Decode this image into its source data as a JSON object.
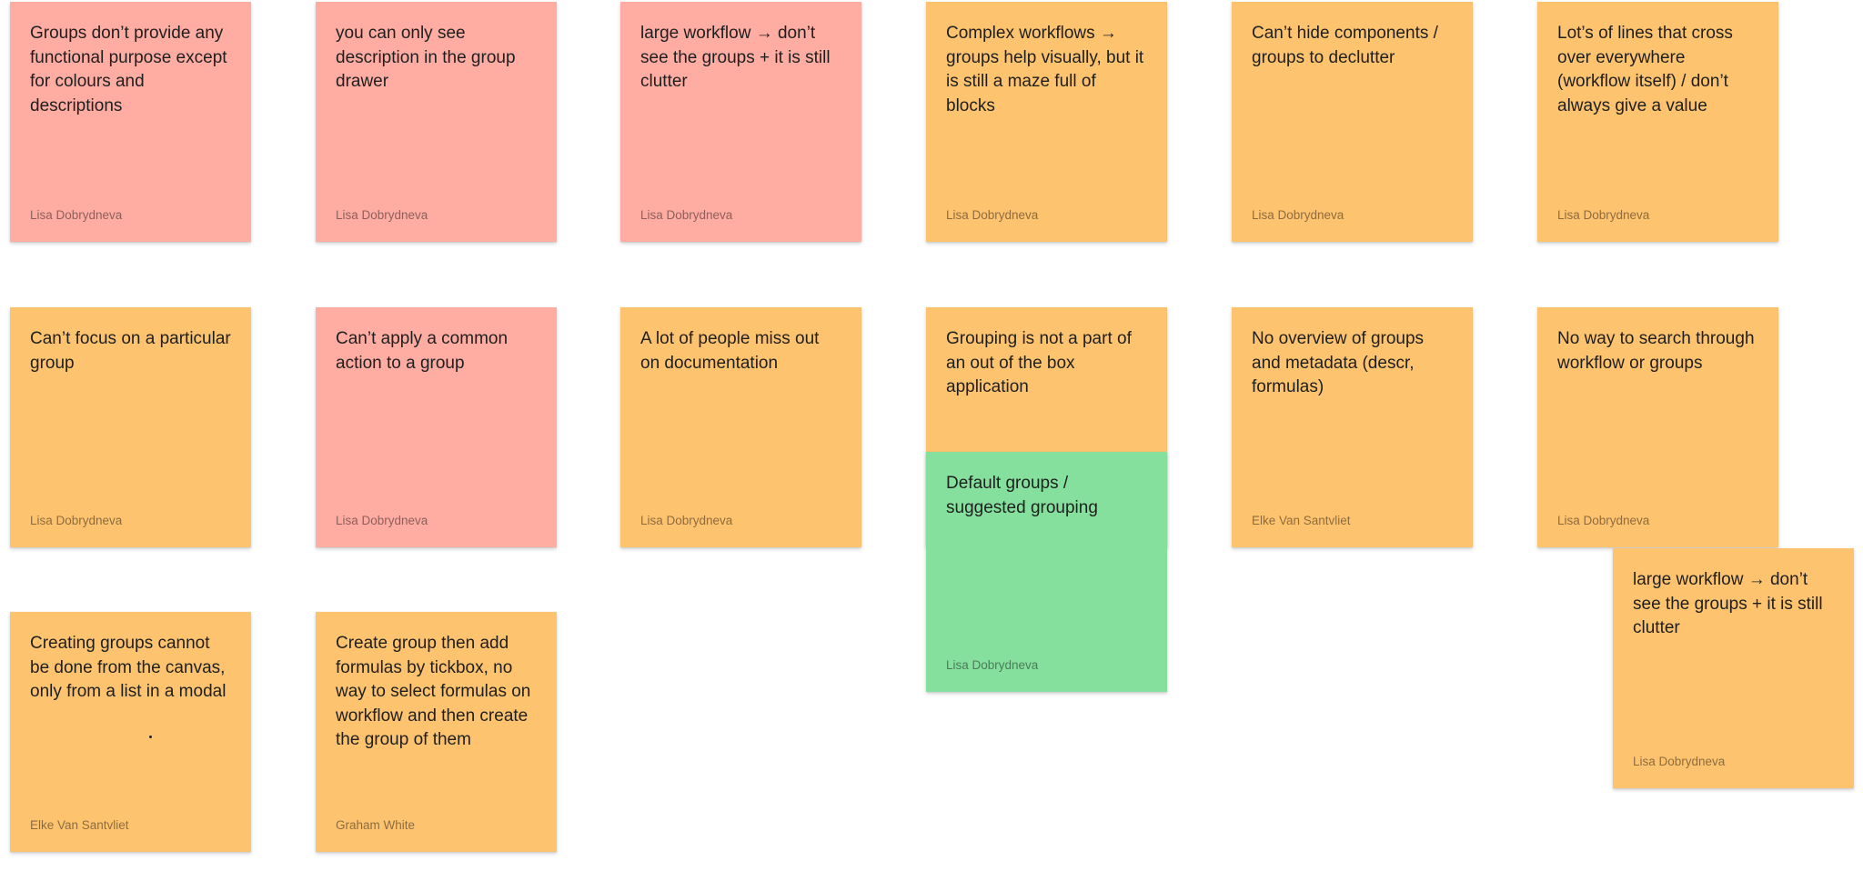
{
  "board": {
    "colors": {
      "pink": "#ffaca3",
      "orange": "#fdc36f",
      "green": "#85e09e"
    },
    "notes": [
      {
        "text": "Groups don’t provide any functional purpose except for colours and descriptions",
        "author": "Lisa Dobrydneva",
        "color": "pink"
      },
      {
        "text": "you can only see description in the group drawer",
        "author": "Lisa Dobrydneva",
        "color": "pink"
      },
      {
        "text": "large workflow → don’t see the groups + it is still clutter",
        "author": "Lisa Dobrydneva",
        "color": "pink"
      },
      {
        "text": "Complex workflows → groups help visually, but it is still a maze full of blocks",
        "author": "Lisa Dobrydneva",
        "color": "orange"
      },
      {
        "text": "Can’t hide components / groups to declutter",
        "author": "Lisa Dobrydneva",
        "color": "orange"
      },
      {
        "text": "Lot’s of lines that cross over everywhere (workflow itself) / don’t always give a value",
        "author": "Lisa Dobrydneva",
        "color": "orange"
      },
      {
        "text": "Can’t focus on a particular group",
        "author": "Lisa Dobrydneva",
        "color": "orange"
      },
      {
        "text": "Can’t apply a common action to a group",
        "author": "Lisa Dobrydneva",
        "color": "pink"
      },
      {
        "text": "A lot of people miss out on documentation",
        "author": "Lisa Dobrydneva",
        "color": "orange"
      },
      {
        "text": "Grouping is not a part of an out of the box application",
        "author": "",
        "color": "orange"
      },
      {
        "text": "No overview of groups and metadata (descr, formulas)",
        "author": "Elke Van Santvliet",
        "color": "orange"
      },
      {
        "text": "No way to search through workflow or groups",
        "author": "Lisa Dobrydneva",
        "color": "orange"
      },
      {
        "text": "Default groups / suggested grouping",
        "author": "Lisa Dobrydneva",
        "color": "green"
      },
      {
        "text": "large workflow → don’t see the groups + it is still clutter",
        "author": "Lisa Dobrydneva",
        "color": "orange"
      },
      {
        "text": "Creating groups cannot be done from the canvas, only from a list in a modal",
        "author": "Elke Van Santvliet",
        "color": "orange"
      },
      {
        "text": "Create group then add formulas by tickbox, no way to select formulas on workflow and then create the group of them",
        "author": "Graham White",
        "color": "orange"
      }
    ]
  }
}
